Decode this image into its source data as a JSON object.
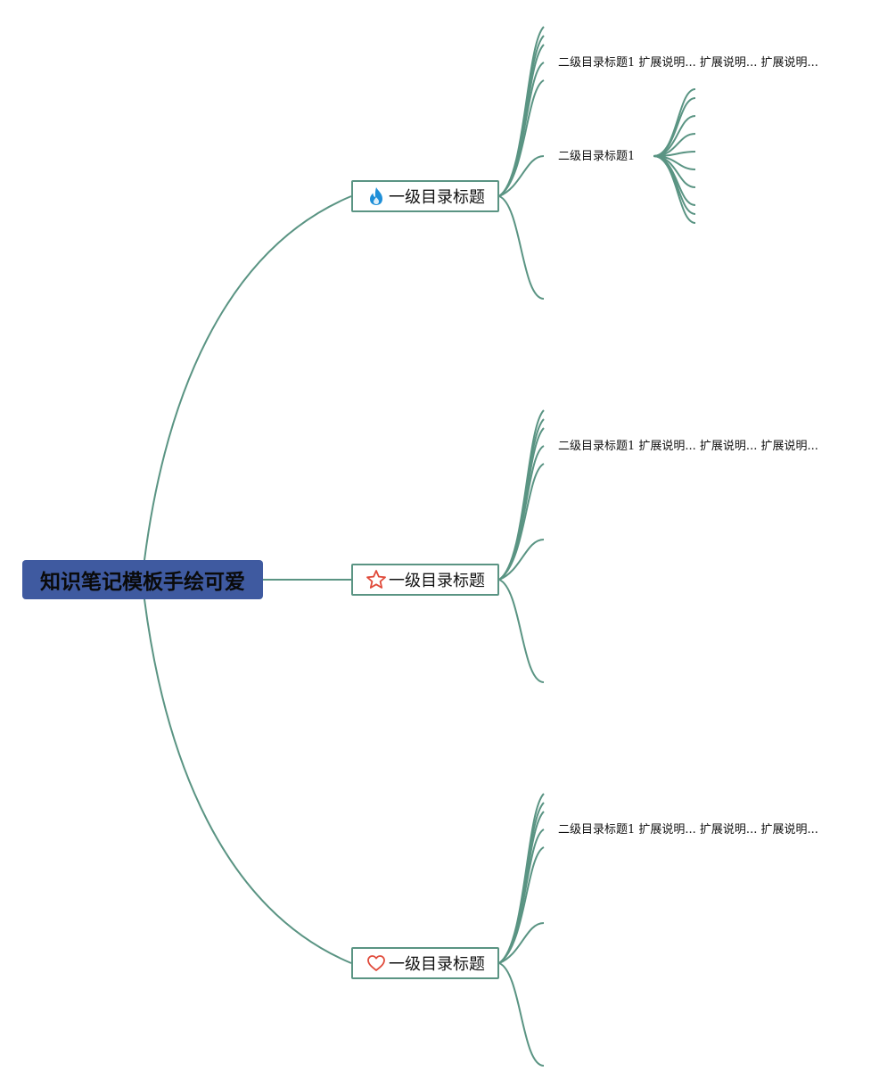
{
  "root": {
    "label": "知识笔记模板手绘可爱"
  },
  "branches": [
    {
      "label": "一级目录标题",
      "icon": "fire-icon",
      "sub_label_1": "二级目录标题1 扩展说明... 扩展说明... 扩展说明...",
      "sub_label_2": "二级目录标题1"
    },
    {
      "label": "一级目录标题",
      "icon": "star-icon",
      "sub_label_1": "二级目录标题1 扩展说明... 扩展说明... 扩展说明..."
    },
    {
      "label": "一级目录标题",
      "icon": "heart-icon",
      "sub_label_1": "二级目录标题1 扩展说明... 扩展说明... 扩展说明..."
    }
  ],
  "colors": {
    "line": "#5a9483",
    "root_fill": "#3f5aa0",
    "fire": "#1e8fd8",
    "star": "#e04a3a",
    "heart": "#e04a3a"
  }
}
